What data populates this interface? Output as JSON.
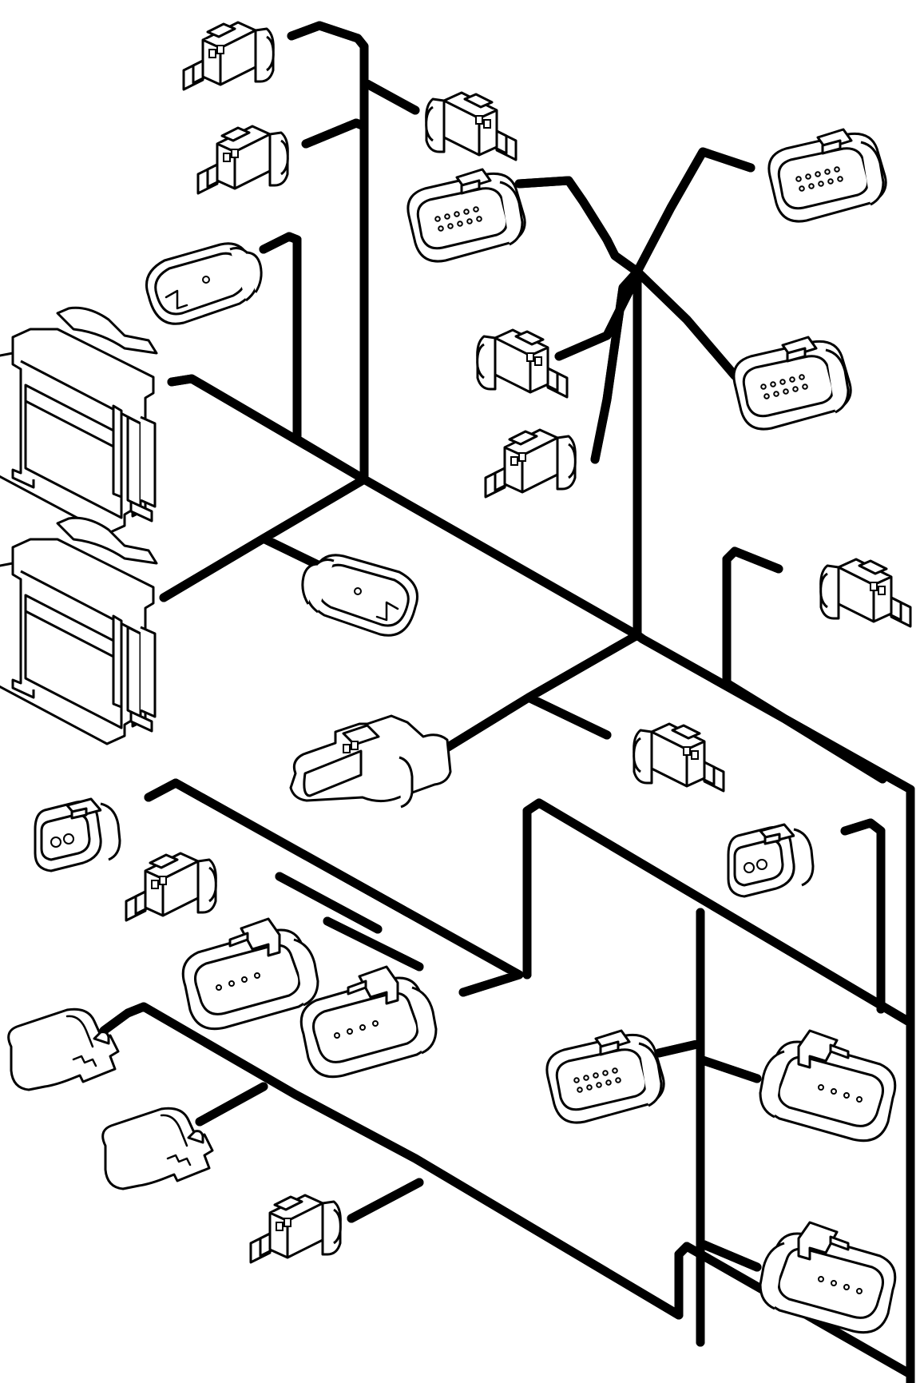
{
  "diagram": {
    "type": "wiring-harness-illustration",
    "background": "#ffffff",
    "line_color": "#000000",
    "connectors": [
      {
        "id": "c01",
        "kind": "2-pin-plug"
      },
      {
        "id": "c02",
        "kind": "2-pin-plug"
      },
      {
        "id": "c03",
        "kind": "2-pin-plug"
      },
      {
        "id": "c04",
        "kind": "oval-sensor-plug"
      },
      {
        "id": "c05",
        "kind": "multi-pin-socket"
      },
      {
        "id": "c06",
        "kind": "multi-pin-socket"
      },
      {
        "id": "c07",
        "kind": "2-pin-plug"
      },
      {
        "id": "c08",
        "kind": "2-pin-plug"
      },
      {
        "id": "c09",
        "kind": "multi-pin-socket"
      },
      {
        "id": "c10",
        "kind": "large-control-unit-plug"
      },
      {
        "id": "c11",
        "kind": "large-control-unit-plug"
      },
      {
        "id": "c12",
        "kind": "oval-sensor-plug"
      },
      {
        "id": "c13",
        "kind": "2-pin-plug"
      },
      {
        "id": "c14",
        "kind": "flat-plug"
      },
      {
        "id": "c15",
        "kind": "2-pin-plug"
      },
      {
        "id": "c16",
        "kind": "2-pin-socket"
      },
      {
        "id": "c17",
        "kind": "2-pin-plug"
      },
      {
        "id": "c18",
        "kind": "4-pin-socket"
      },
      {
        "id": "c19",
        "kind": "4-pin-socket"
      },
      {
        "id": "c20",
        "kind": "2-pin-socket"
      },
      {
        "id": "c21",
        "kind": "sensor-cap"
      },
      {
        "id": "c22",
        "kind": "sensor-cap"
      },
      {
        "id": "c23",
        "kind": "2-pin-plug"
      },
      {
        "id": "c24",
        "kind": "multi-pin-socket"
      },
      {
        "id": "c25",
        "kind": "4-pin-socket"
      },
      {
        "id": "c26",
        "kind": "4-pin-socket"
      }
    ]
  }
}
